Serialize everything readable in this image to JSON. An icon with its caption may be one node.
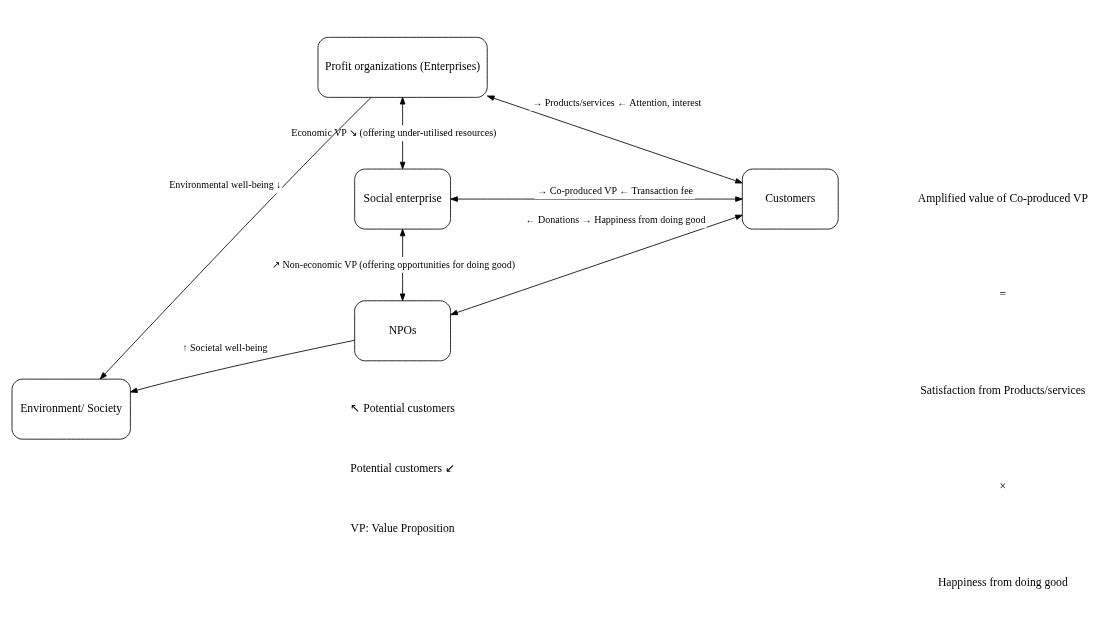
{
  "diagram": {
    "nodes": [
      {
        "text": [
          "Profit organizations (Enterprises)"
        ]
      },
      {
        "text": [
          "Environment/ Society"
        ]
      },
      {
        "text": [
          "Social enterprise"
        ]
      },
      {
        "text": [
          "Customers"
        ]
      },
      {
        "text": [
          "NPOs"
        ]
      }
    ],
    "edges": [
      {
        "from": 0,
        "to": 1,
        "arrow": "to",
        "label": "Environmental well-being ↓"
      },
      {
        "from": 3,
        "to": 0,
        "arrow": "both",
        "label": "→ Products/services ← Attention, interest"
      },
      {
        "from": 0,
        "to": 2,
        "arrow": "both",
        "label": "Economic VP ↘ (offering under-utilised resources)"
      },
      {
        "from": 2,
        "to": 3,
        "arrow": "both",
        "label": "→ Co-produced VP ← Transaction fee"
      },
      {
        "from": 2,
        "to": 4,
        "arrow": "both",
        "label": "↗ Non-economic VP (offering opportunities for doing good)"
      },
      {
        "from": 4,
        "to": 1,
        "arrow": "to",
        "label": "↑ Societal well-being"
      },
      {
        "from": 3,
        "to": 4,
        "arrow": "both",
        "label": "← Donations → Happiness from doing good"
      }
    ],
    "labels": [
      "↖ Potential customers",
      "Potential customers ↙",
      "Amplified value of Co-produced VP",
      "=",
      "Satisfaction from Products/services",
      "×",
      "Happiness from doing good",
      "VP: Value Proposition"
    ]
  }
}
